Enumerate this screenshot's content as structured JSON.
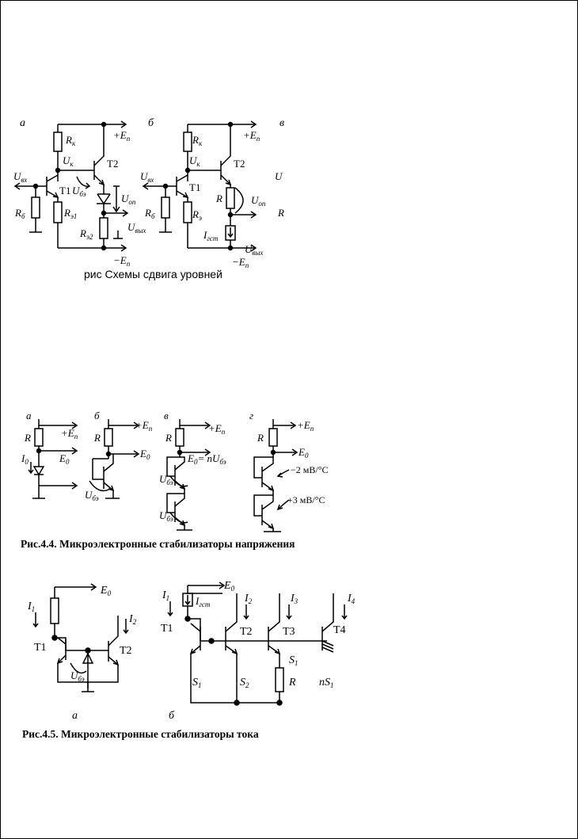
{
  "fig1": {
    "caption": "рис Схемы сдвига уровней",
    "panel_a": "а",
    "panel_b": "б",
    "panel_c": "в",
    "labels": {
      "Ep_plus": "+E",
      "Ep_minus": "−E",
      "Ep_sub": "п",
      "Uvx": "U",
      "Uvx_sub": "вх",
      "Rk": "R",
      "Rk_sub": "к",
      "Uk": "U",
      "Uk_sub": "к",
      "T1": "T1",
      "T2": "T2",
      "Ube": "U",
      "Ube_sub": "бэ",
      "Rb": "R",
      "Rb_sub": "б",
      "Re1": "R",
      "Re1_sub": "э1",
      "Re": "R",
      "Re_sub": "э",
      "Uop": "U",
      "Uop_sub": "оп",
      "Re2": "R",
      "Re2_sub": "э2",
      "Uvyx": "U",
      "Uvyx_sub": "вых",
      "R": "R",
      "Igst": "I",
      "Igst_sub": "гст"
    }
  },
  "fig44": {
    "caption": "Рис.4.4. Микроэлектронные стабилизаторы напряжения",
    "panels": [
      "а",
      "б",
      "в",
      "г"
    ],
    "labels": {
      "R": "R",
      "Ep": "+E",
      "Ep_sub": "п",
      "E0": "E",
      "E0_sub": "0",
      "I0": "I",
      "I0_sub": "0",
      "Ube": "U",
      "Ube_sub": "бэ",
      "E0_nU": "= nU",
      "temp1": "−2 мВ/°C",
      "temp2": "+3 мВ/°C"
    }
  },
  "fig45": {
    "caption": "Рис.4.5. Микроэлектронные стабилизаторы тока",
    "panels": [
      "а",
      "б"
    ],
    "labels": {
      "I1": "I",
      "I1_sub": "1",
      "I2": "I",
      "I2_sub": "2",
      "I3": "I",
      "I3_sub": "3",
      "I4": "I",
      "I4_sub": "4",
      "E0": "E",
      "E0_sub": "0",
      "T1": "T1",
      "T2": "T2",
      "T3": "T3",
      "T4": "T4",
      "Ube": "U",
      "Ube_sub": "бэ",
      "Igst": "I",
      "Igst_sub": "гст",
      "S1": "S",
      "S1_sub": "1",
      "S2": "S",
      "S2_sub": "2",
      "nS1": "nS",
      "R": "R"
    }
  }
}
